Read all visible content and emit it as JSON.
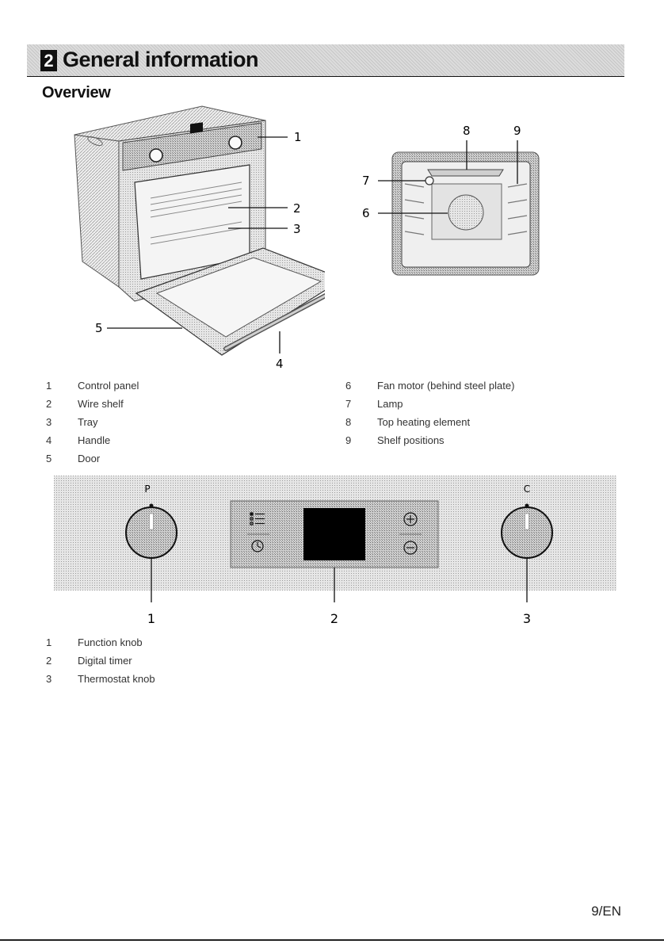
{
  "header": {
    "chapter_number": "2",
    "title": "General information"
  },
  "section": {
    "title": "Overview"
  },
  "oven_figure": {
    "callouts": [
      "1",
      "2",
      "3",
      "4",
      "5"
    ]
  },
  "interior_figure": {
    "callouts": [
      "6",
      "7",
      "8",
      "9"
    ]
  },
  "legend_overview": {
    "left": [
      {
        "num": "1",
        "text": "Control panel"
      },
      {
        "num": "2",
        "text": "Wire shelf"
      },
      {
        "num": "3",
        "text": "Tray"
      },
      {
        "num": "4",
        "text": "Handle"
      },
      {
        "num": "5",
        "text": "Door"
      }
    ],
    "right": [
      {
        "num": "6",
        "text": "Fan motor (behind steel plate)"
      },
      {
        "num": "7",
        "text": "Lamp"
      },
      {
        "num": "8",
        "text": "Top heating element"
      },
      {
        "num": "9",
        "text": "Shelf positions"
      }
    ]
  },
  "control_panel_figure": {
    "knob_labels": {
      "left": "P",
      "right": "C"
    },
    "callouts": [
      "1",
      "2",
      "3"
    ]
  },
  "legend_panel": [
    {
      "num": "1",
      "text": "Function knob"
    },
    {
      "num": "2",
      "text": "Digital timer"
    },
    {
      "num": "3",
      "text": "Thermostat knob"
    }
  ],
  "footer": {
    "page_number": "9/EN"
  }
}
